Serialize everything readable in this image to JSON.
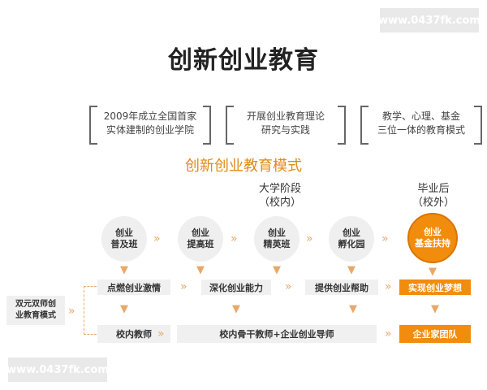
{
  "watermark_top": "www.0437fk.com",
  "watermark_bottom": "www.0437fk.com",
  "title": "创新创业教育",
  "brackets": [
    {
      "line1": "2009年成立全国首家",
      "line2": "实体建制的创业学院"
    },
    {
      "line1": "开展创业教育理论",
      "line2": "研究与实践"
    },
    {
      "line1": "教学、心理、基金",
      "line2": "三位一体的教育模式"
    }
  ],
  "subtitle": "创新创业教育模式",
  "stage_school": {
    "line1": "大学阶段",
    "line2": "（校内）"
  },
  "stage_after": {
    "line1": "毕业后",
    "line2": "（校外）"
  },
  "circles": [
    {
      "line1": "创业",
      "line2": "普及班"
    },
    {
      "line1": "创业",
      "line2": "提高班"
    },
    {
      "line1": "创业",
      "line2": "精英班"
    },
    {
      "line1": "创业",
      "line2": "孵化园"
    },
    {
      "line1": "创业",
      "line2": "基金扶持"
    }
  ],
  "row1": [
    "点燃创业激情",
    "深化创业能力",
    "提供创业帮助",
    "实现创业梦想"
  ],
  "row2": [
    "校内教师",
    "校内骨干教师+企业创业导师",
    "企业家团队"
  ],
  "side_box": {
    "line1": "双元双师创",
    "line2": "业教育模式"
  },
  "arrow_right": "»",
  "arrow_down": "▼",
  "colors": {
    "accent": "#f28c0c",
    "subtitle": "#e08a18",
    "box": "#f0f0f0"
  }
}
